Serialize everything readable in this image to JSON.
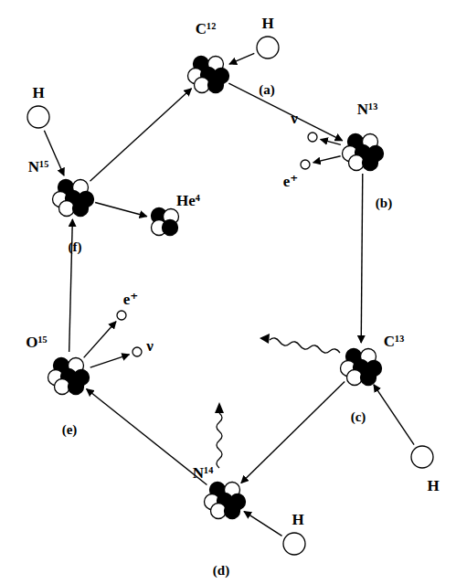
{
  "diagram": {
    "nodes": [
      {
        "text": [
          "C¹²"
        ]
      },
      {
        "text": [
          "H"
        ]
      },
      {
        "text": [
          "N¹³"
        ]
      },
      {
        "text": [
          "ν"
        ]
      },
      {
        "text": [
          "e⁺"
        ]
      },
      {
        "text": [
          "C¹³"
        ]
      },
      {
        "text": [
          "H"
        ]
      },
      {
        "text": [
          "N¹⁴"
        ]
      },
      {
        "text": [
          "H"
        ]
      },
      {
        "text": [
          "O¹⁵"
        ]
      },
      {
        "text": [
          "e⁺"
        ]
      },
      {
        "text": [
          "ν"
        ]
      },
      {
        "text": [
          "N¹⁵"
        ]
      },
      {
        "text": [
          "H"
        ]
      },
      {
        "text": [
          "He⁴"
        ]
      }
    ],
    "edges": [
      {
        "from": 1,
        "to": 0,
        "arrow": "to"
      },
      {
        "from": 0,
        "to": 2,
        "arrow": "to"
      },
      {
        "from": 2,
        "to": 3,
        "arrow": "to"
      },
      {
        "from": 2,
        "to": 4,
        "arrow": "to"
      },
      {
        "from": 2,
        "to": 5,
        "arrow": "to"
      },
      {
        "from": 6,
        "to": 5,
        "arrow": "to"
      },
      {
        "from": 5,
        "to": 7,
        "arrow": "to"
      },
      {
        "from": 8,
        "to": 7,
        "arrow": "to"
      },
      {
        "from": 7,
        "to": 9,
        "arrow": "to"
      },
      {
        "from": 9,
        "to": 10,
        "arrow": "to"
      },
      {
        "from": 9,
        "to": 11,
        "arrow": "to"
      },
      {
        "from": 9,
        "to": 12,
        "arrow": "to"
      },
      {
        "from": 13,
        "to": 12,
        "arrow": "to"
      },
      {
        "from": 12,
        "to": 14,
        "arrow": "to"
      },
      {
        "from": 12,
        "to": 0,
        "arrow": "to"
      }
    ],
    "labels": [
      "(a)",
      "(b)",
      "(c)",
      "(d)",
      "(e)",
      "(f)"
    ]
  }
}
